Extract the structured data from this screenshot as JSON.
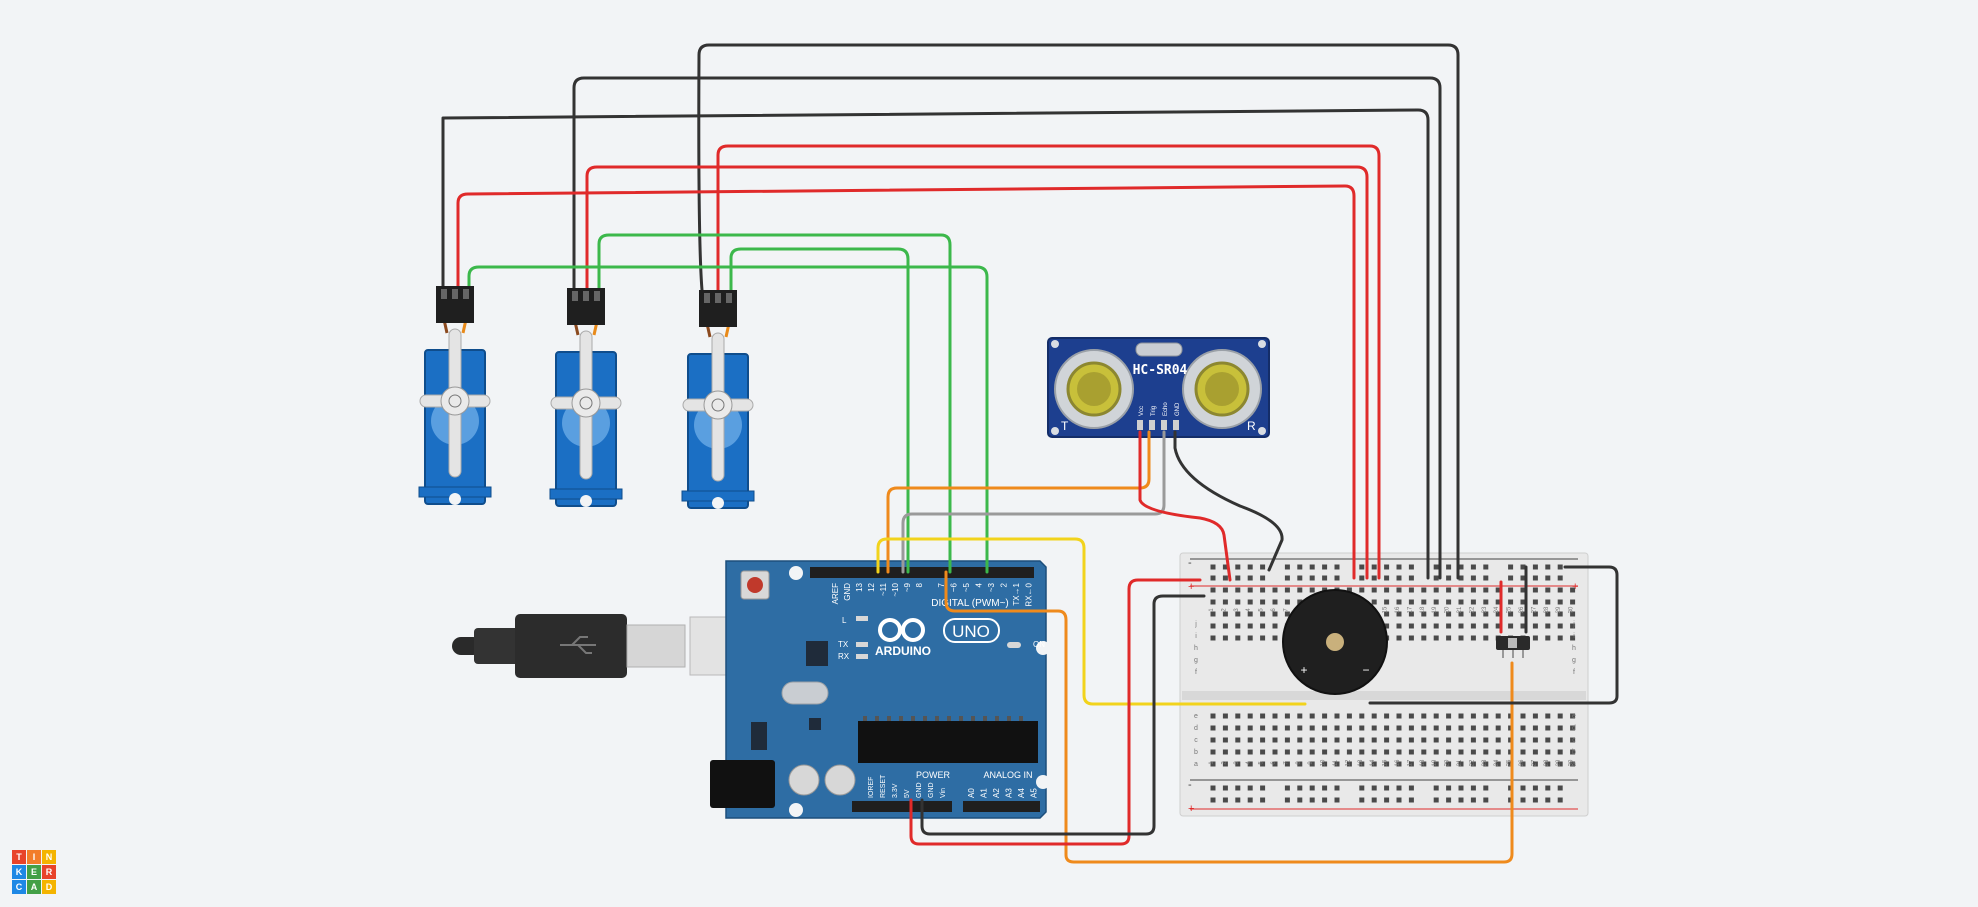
{
  "app": {
    "logo_letters": [
      "T",
      "I",
      "N",
      "K",
      "E",
      "R",
      "C",
      "A",
      "D"
    ],
    "logo_colors": [
      "#e8432a",
      "#f27d2a",
      "#f4b400",
      "#1e88e5",
      "#43a047",
      "#e8432a",
      "#1e88e5",
      "#43a047",
      "#f4b400"
    ]
  },
  "sensor": {
    "label": "HC-SR04",
    "pins": [
      "Vcc",
      "Trig",
      "Echo",
      "GND"
    ],
    "t_mark": "T",
    "r_mark": "R"
  },
  "arduino": {
    "brand": "ARDUINO",
    "model": "UNO",
    "on_label": "ON",
    "l_label": "L",
    "tx_label": "TX",
    "rx_label": "RX",
    "digital_label": "DIGITAL (PWM~)",
    "power_label": "POWER",
    "analog_label": "ANALOG IN",
    "top_pins": [
      "AREF",
      "GND",
      "13",
      "12",
      "~11",
      "~10",
      "~9",
      "8",
      "7",
      "~6",
      "~5",
      "4",
      "~3",
      "2",
      "TX→1",
      "RX←0"
    ],
    "power_pins": [
      "IOREF",
      "RESET",
      "3.3V",
      "5V",
      "GND",
      "GND",
      "Vin"
    ],
    "analog_pins": [
      "A0",
      "A1",
      "A2",
      "A3",
      "A4",
      "A5"
    ]
  },
  "breadboard": {
    "columns": [
      "1",
      "2",
      "3",
      "4",
      "5",
      "6",
      "7",
      "8",
      "9",
      "10",
      "11",
      "12",
      "13",
      "14",
      "15",
      "16",
      "17",
      "18",
      "19",
      "20",
      "21",
      "22",
      "23",
      "24",
      "25",
      "26",
      "27",
      "28",
      "29",
      "30"
    ],
    "rows_top": [
      "j",
      "i",
      "h",
      "g",
      "f"
    ],
    "rows_bottom": [
      "e",
      "d",
      "c",
      "b",
      "a"
    ],
    "plus": "+",
    "minus": "-"
  },
  "buzzer": {
    "plus": "+",
    "minus": "−"
  },
  "colors": {
    "wire_red": "#e02a2a",
    "wire_black": "#333333",
    "wire_green": "#3cb84b",
    "wire_orange": "#ef8a1c",
    "wire_yellow": "#f2d31c",
    "wire_gray": "#9a9a9a",
    "board_blue": "#2e6da4",
    "servo_blue": "#1b6fc4"
  }
}
